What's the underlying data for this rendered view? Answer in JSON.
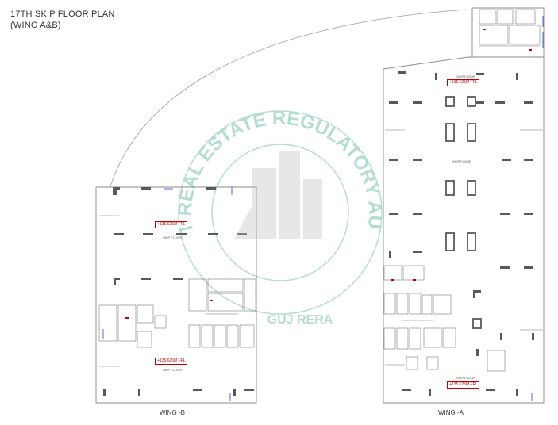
{
  "title": {
    "line1": "17TH SKIP FLOOR PLAN",
    "line2": "(WING A&B)"
  },
  "wings": {
    "b_label": "WING -B",
    "a_label": "WING -A"
  },
  "levels": {
    "b_top": "+135.625M FFL",
    "b_bottom": "+135.625M FFL",
    "a_top": "+135.625M FFL",
    "a_bottom": "+135.625M FFL"
  },
  "skip_floor_label": "SKIP FLOOR",
  "watermark": {
    "arc_text": "GUJARAT REAL ESTATE REGULATORY AUTHORITY",
    "bottom_text": "GUJ RERA"
  },
  "colors": {
    "line": "#7a7a7a",
    "column": "#595959",
    "level": "#c00000",
    "watermark": "#2e9e82",
    "accent_blue": "#3a5fcd"
  }
}
